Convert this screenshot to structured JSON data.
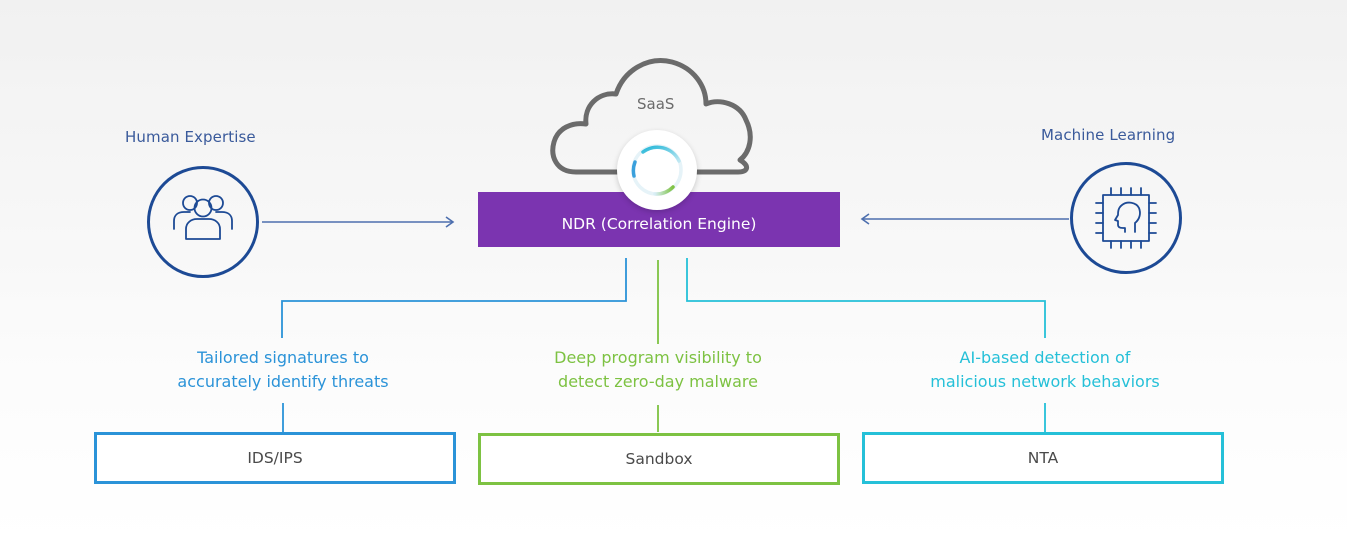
{
  "colors": {
    "navy": "#1d4a95",
    "navy_text": "#3a5a9b",
    "purple": "#7b34b0",
    "blue": "#2b93d8",
    "green": "#7dc242",
    "cyan": "#25c0d8",
    "cloud_gray": "#6b6b6b",
    "box_text": "#4a4a4a"
  },
  "cloud": {
    "label": "SaaS",
    "icon": "cloud-icon",
    "badge_icon": "loading-ring-icon"
  },
  "engine": {
    "label": "NDR (Correlation Engine)"
  },
  "inputs": [
    {
      "label": "Human Expertise",
      "icon": "people-group-icon",
      "arrow": "arrow-right-icon"
    },
    {
      "label": "Machine Learning",
      "icon": "chip-head-icon",
      "arrow": "arrow-left-icon"
    }
  ],
  "components": [
    {
      "name": "IDS/IPS",
      "description": [
        "Tailored signatures to",
        "accurately identify threats"
      ],
      "color": "#2b93d8"
    },
    {
      "name": "Sandbox",
      "description": [
        "Deep program visibility to",
        "detect zero-day malware"
      ],
      "color": "#7dc242"
    },
    {
      "name": "NTA",
      "description": [
        "AI-based detection of",
        "malicious network behaviors"
      ],
      "color": "#25c0d8"
    }
  ]
}
